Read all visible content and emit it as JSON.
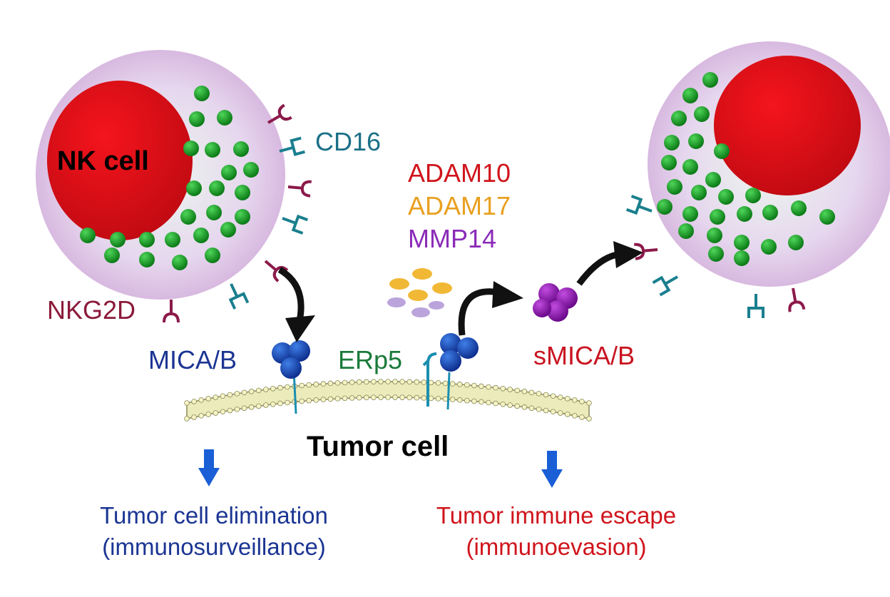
{
  "labels": {
    "nk_cell": "NK cell",
    "cd16": "CD16",
    "nkg2d": "NKG2D",
    "adam10": "ADAM10",
    "adam17": "ADAM17",
    "mmp14": "MMP14",
    "mica_b": "MICA/B",
    "erp5": "ERp5",
    "smica_b": "sMICA/B",
    "tumor_cell": "Tumor cell",
    "outcome_left_line1": "Tumor cell elimination",
    "outcome_left_line2": "(immunosurveillance)",
    "outcome_right_line1": "Tumor immune escape",
    "outcome_right_line2": "(immunoevasion)"
  },
  "colors": {
    "nk_cytoplasm": "#d9c8e6",
    "nucleus": "#e11b23",
    "granule": "#1fa32a",
    "nkg2d": "#8b1a4a",
    "cd16": "#1a7f8e",
    "mica": "#1b3fa6",
    "erp5": "#1b8fb0",
    "membrane": "#ecebbb",
    "smica": "#8a1aa8",
    "adam10": "#e11b23",
    "adam17": "#f0a020",
    "mmp14": "#8a2bb8",
    "outcome_left": "#1b3593",
    "outcome_right": "#d0141c",
    "down_arrow": "#1a5fd6"
  }
}
